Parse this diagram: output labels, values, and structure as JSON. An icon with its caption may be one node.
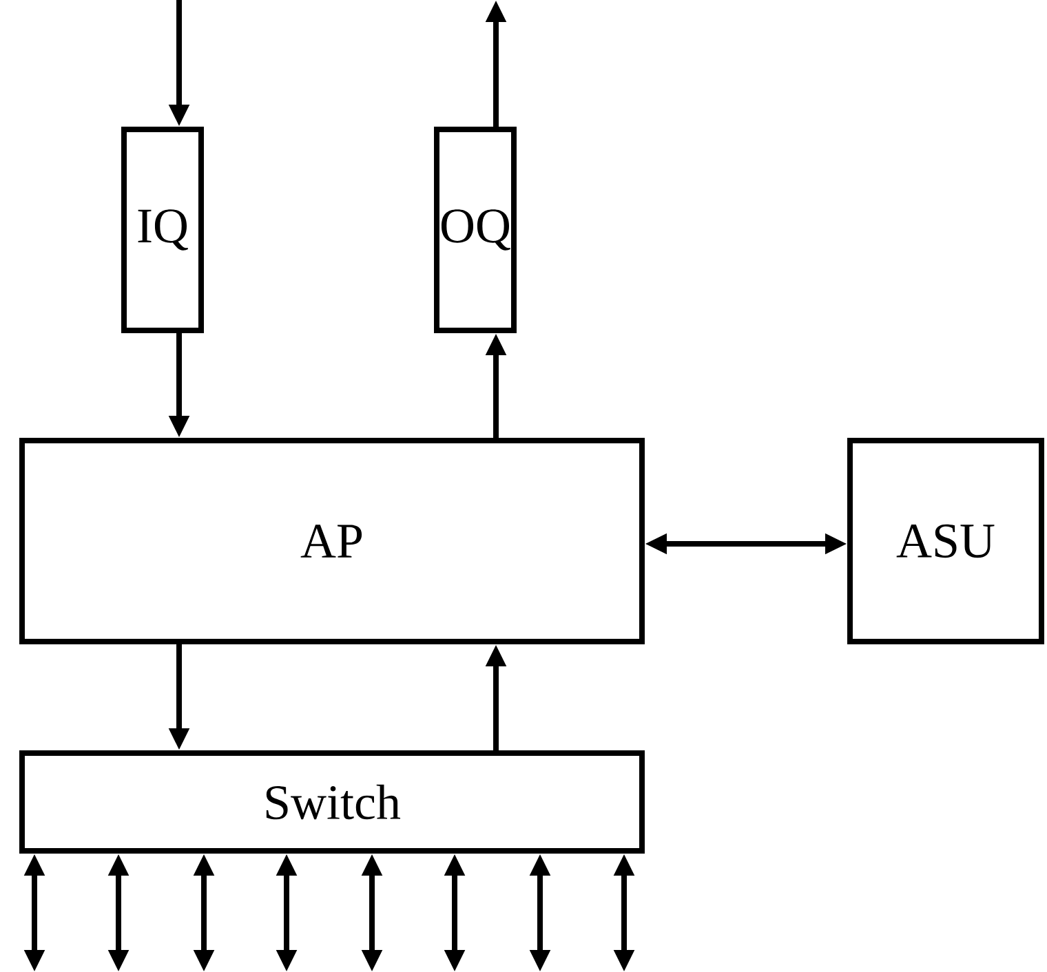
{
  "diagram": {
    "nodes": [
      {
        "text": [
          "IQ"
        ]
      },
      {
        "text": [
          "OQ"
        ]
      },
      {
        "text": [
          "AP"
        ]
      },
      {
        "text": [
          "ASU"
        ]
      },
      {
        "text": [
          "Switch"
        ]
      }
    ],
    "edges": [
      {
        "from": null,
        "to": 0,
        "arrow": "to"
      },
      {
        "from": 0,
        "to": 2,
        "arrow": "to"
      },
      {
        "from": 2,
        "to": 1,
        "arrow": "to"
      },
      {
        "from": 1,
        "to": null,
        "arrow": "to"
      },
      {
        "from": 2,
        "to": 3,
        "arrow": "both"
      },
      {
        "from": 2,
        "to": 4,
        "arrow": "to"
      },
      {
        "from": 4,
        "to": 2,
        "arrow": "to"
      },
      {
        "from": 4,
        "to": null,
        "arrow": "both"
      },
      {
        "from": 4,
        "to": null,
        "arrow": "both"
      },
      {
        "from": 4,
        "to": null,
        "arrow": "both"
      },
      {
        "from": 4,
        "to": null,
        "arrow": "both"
      },
      {
        "from": 4,
        "to": null,
        "arrow": "both"
      },
      {
        "from": 4,
        "to": null,
        "arrow": "both"
      },
      {
        "from": 4,
        "to": null,
        "arrow": "both"
      },
      {
        "from": 4,
        "to": null,
        "arrow": "both"
      }
    ]
  }
}
